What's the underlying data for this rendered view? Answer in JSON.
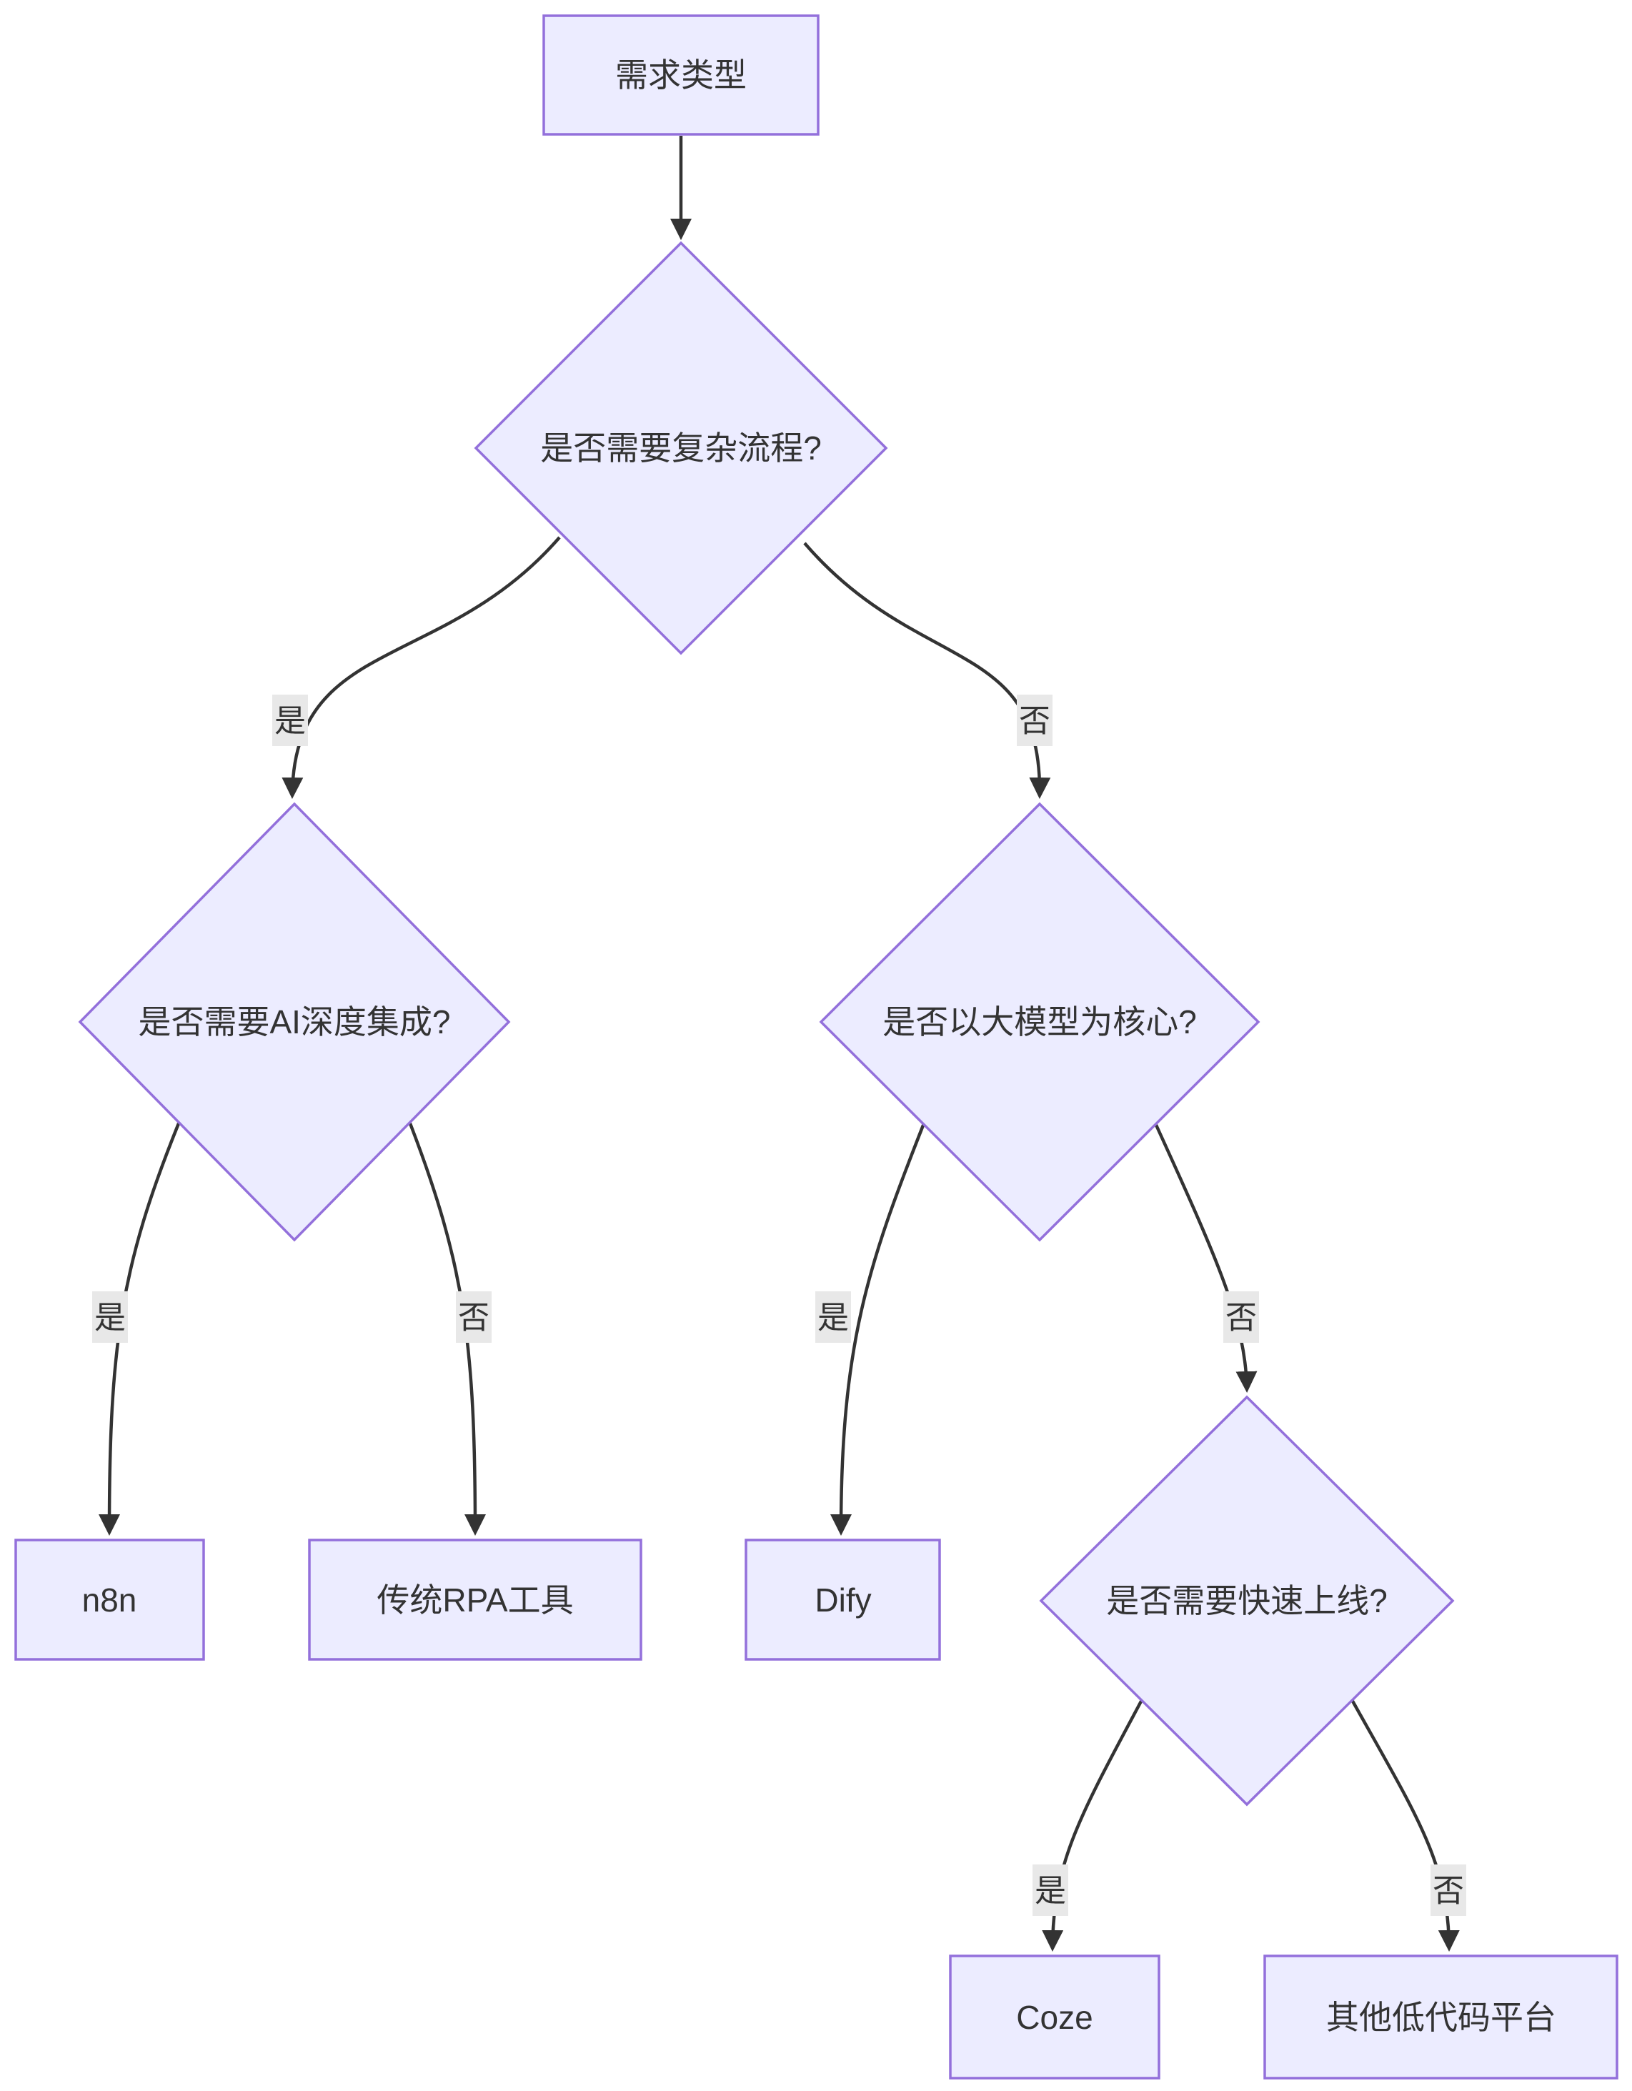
{
  "diagram": {
    "type": "flowchart",
    "direction": "top-down",
    "colors": {
      "background": "#ffffff",
      "node_fill": "#ECECFF",
      "node_border": "#9370DB",
      "edge_line": "#333333",
      "edge_label_bg": "#e8e8e8",
      "text": "#333333"
    },
    "nodes": [
      {
        "id": "requirement-type",
        "shape": "rect",
        "label": "需求类型"
      },
      {
        "id": "complex-process",
        "shape": "diamond",
        "label": "是否需要复杂流程?"
      },
      {
        "id": "ai-integration",
        "shape": "diamond",
        "label": "是否需要AI深度集成?"
      },
      {
        "id": "llm-core",
        "shape": "diamond",
        "label": "是否以大模型为核心?"
      },
      {
        "id": "quick-launch",
        "shape": "diamond",
        "label": "是否需要快速上线?"
      },
      {
        "id": "n8n",
        "shape": "rect",
        "label": "n8n"
      },
      {
        "id": "rpa-tools",
        "shape": "rect",
        "label": "传统RPA工具"
      },
      {
        "id": "dify",
        "shape": "rect",
        "label": "Dify"
      },
      {
        "id": "coze",
        "shape": "rect",
        "label": "Coze"
      },
      {
        "id": "lowcode-platforms",
        "shape": "rect",
        "label": "其他低代码平台"
      }
    ],
    "edges": [
      {
        "from": "需求类型",
        "to": "是否需要复杂流程?",
        "label": ""
      },
      {
        "from": "是否需要复杂流程?",
        "to": "是否需要AI深度集成?",
        "label": "是"
      },
      {
        "from": "是否需要复杂流程?",
        "to": "是否以大模型为核心?",
        "label": "否"
      },
      {
        "from": "是否需要AI深度集成?",
        "to": "n8n",
        "label": "是"
      },
      {
        "from": "是否需要AI深度集成?",
        "to": "传统RPA工具",
        "label": "否"
      },
      {
        "from": "是否以大模型为核心?",
        "to": "Dify",
        "label": "是"
      },
      {
        "from": "是否以大模型为核心?",
        "to": "是否需要快速上线?",
        "label": "否"
      },
      {
        "from": "是否需要快速上线?",
        "to": "Coze",
        "label": "是"
      },
      {
        "from": "是否需要快速上线?",
        "to": "其他低代码平台",
        "label": "否"
      }
    ]
  }
}
